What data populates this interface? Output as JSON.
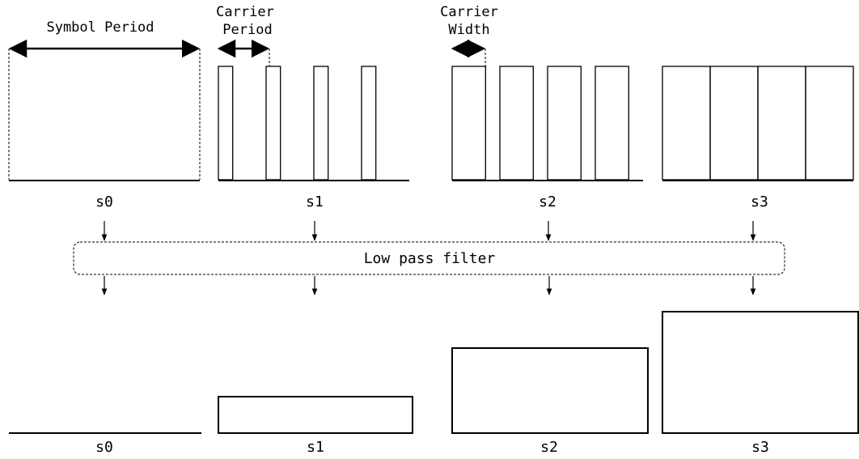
{
  "diagram": {
    "annotations": {
      "symbol_period": "Symbol Period",
      "carrier_period_line1": "Carrier",
      "carrier_period_line2": "Period",
      "carrier_width_line1": "Carrier",
      "carrier_width_line2": "Width"
    },
    "filter_label": "Low pass filter",
    "input_labels": [
      "s0",
      "s1",
      "s2",
      "s3"
    ],
    "output_labels": [
      "s0",
      "s1",
      "s2",
      "s3"
    ],
    "input_signals": [
      {
        "symbol": "s0",
        "pulse_count": 0,
        "duty_cycle": 0
      },
      {
        "symbol": "s1",
        "pulse_count": 4,
        "duty_cycle": 0.3
      },
      {
        "symbol": "s2",
        "pulse_count": 4,
        "duty_cycle": 0.7
      },
      {
        "symbol": "s3",
        "pulse_count": 4,
        "duty_cycle": 1.0
      }
    ],
    "output_levels": [
      {
        "symbol": "s0",
        "level": 0
      },
      {
        "symbol": "s1",
        "level": 0.3
      },
      {
        "symbol": "s2",
        "level": 0.7
      },
      {
        "symbol": "s3",
        "level": 1.0
      }
    ],
    "colors": {
      "stroke": "#000000",
      "background": "#ffffff"
    }
  }
}
